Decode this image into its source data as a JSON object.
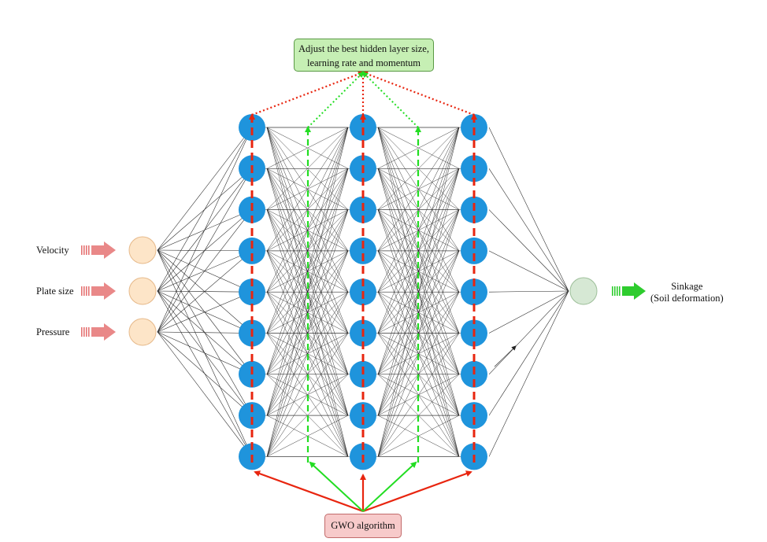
{
  "top_box": {
    "line1": "Adjust the best hidden layer size,",
    "line2": "learning rate and momentum"
  },
  "gwo_box": {
    "label": "GWO algorithm"
  },
  "inputs": [
    {
      "label": "Velocity"
    },
    {
      "label": "Plate size"
    },
    {
      "label": "Pressure"
    }
  ],
  "output": {
    "line1": "Sinkage",
    "line2": "(Soil deformation)"
  },
  "colors": {
    "input_node": "#fde5c8",
    "input_node_border": "#e6b98a",
    "hidden_node": "#1f94dc",
    "output_node": "#d6e8d4",
    "output_node_border": "#9ebf9a",
    "red": "#e8250f",
    "green": "#22dd22",
    "input_arrow": "#e57373",
    "output_arrow": "#2ecc2e",
    "edge": "#222222"
  },
  "network": {
    "input_count": 3,
    "hidden_layers": 3,
    "hidden_layer_size": 9,
    "output_count": 1
  }
}
